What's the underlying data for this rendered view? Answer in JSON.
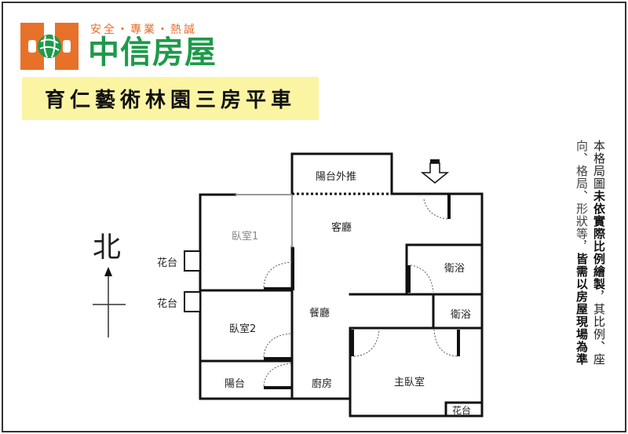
{
  "brand": {
    "slogan": "安全・專業・熱誠",
    "name": "中信房屋",
    "colors": {
      "orange": "#e8712a",
      "green": "#1e9a4a",
      "banner": "#fbf5a3"
    }
  },
  "listing": {
    "title": "育仁藝術林園三房平車"
  },
  "compass": {
    "label": "北"
  },
  "rooms": {
    "balcony_extended": "陽台外推",
    "living_room": "客廳",
    "bedroom1": "臥室1",
    "bedroom2": "臥室2",
    "dining_room": "餐廳",
    "bathroom1": "衛浴",
    "bathroom2": "衛浴",
    "master_bedroom": "主臥室",
    "kitchen": "廚房",
    "balcony": "陽台",
    "planter1": "花台",
    "planter2": "花台",
    "planter3": "花台"
  },
  "disclaimer": {
    "column1_pre": "本格局圖",
    "column1_bold": "未依實際比例繪製",
    "column1_post": "，其比例、座",
    "column2_pre": "向、格局、形狀等，",
    "column2_bold": "皆需以房屋現場為準"
  }
}
